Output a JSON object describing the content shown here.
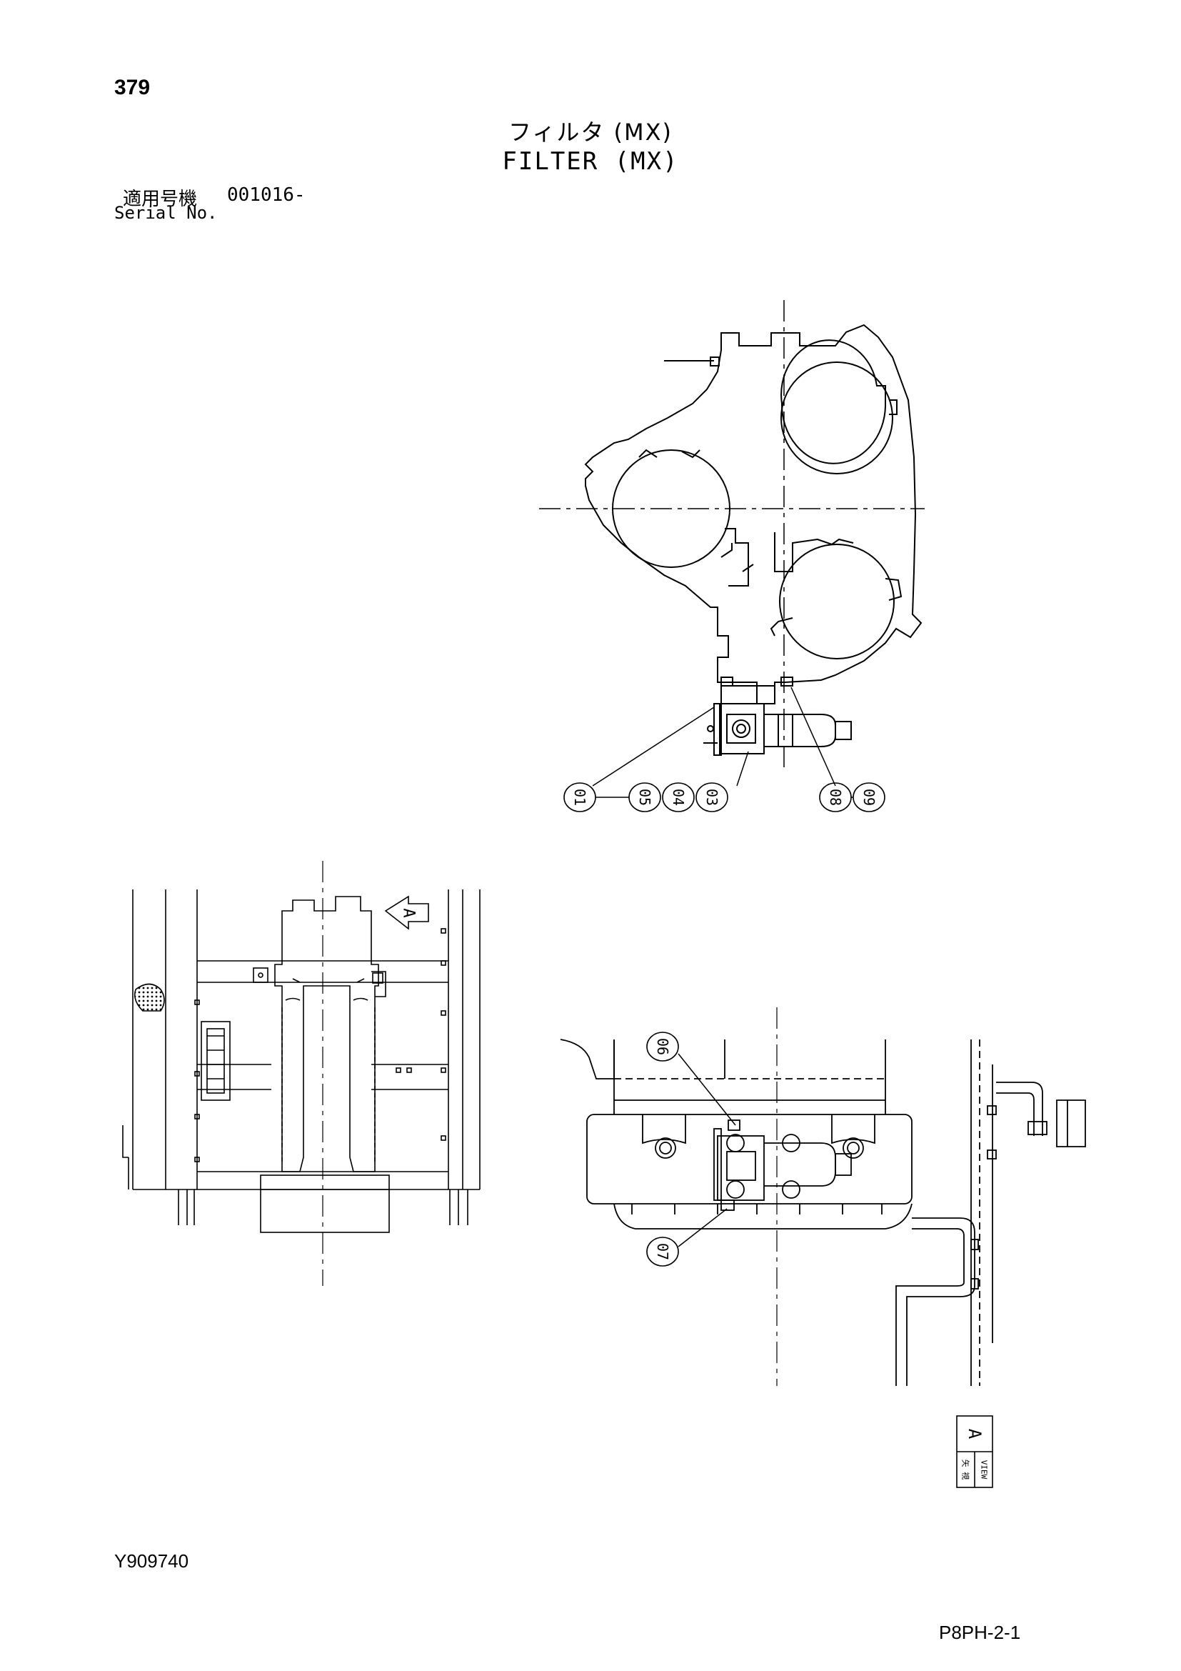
{
  "page": {
    "number": "379",
    "title_jp": "フィルタ (MX)",
    "title_en": "FILTER (MX)",
    "serial_label_jp": "適用号機",
    "serial_value": "001016-",
    "serial_label_en": "Serial No.",
    "doc_code": "Y909740",
    "sheet_code": "P8PH-2-1"
  },
  "callouts": {
    "c01": "01",
    "c05": "05",
    "c04": "04",
    "c03": "03",
    "c08": "08",
    "c09": "09",
    "c06": "06",
    "c07": "07"
  },
  "view_marker": {
    "arrow_letter": "A",
    "box_letter": "A",
    "box_jp": "矢 視",
    "box_en": "VIEW"
  }
}
